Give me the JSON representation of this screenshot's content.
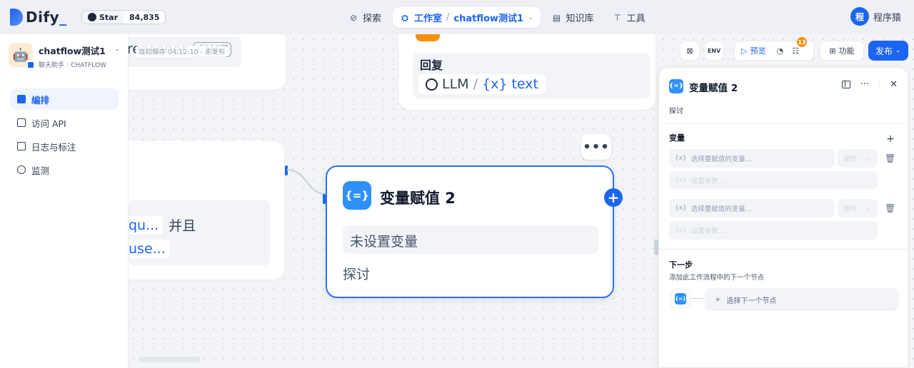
{
  "brand": {
    "name": "Dify",
    "underscore": "_"
  },
  "github": {
    "star_label": "Star",
    "star_count": "84,835"
  },
  "nav": {
    "explore": "探索",
    "studio": "工作室",
    "app_switch": "chatflow测试1",
    "knowledge": "知识库",
    "tools": "工具"
  },
  "user": {
    "initial": "程",
    "name": "程序猿"
  },
  "sidebar": {
    "app_name": "chatflow测试1",
    "app_type": "聊天助手",
    "app_mode": "CHATFLOW",
    "items": [
      {
        "label": "编排",
        "active": true
      },
      {
        "label": "访问 API",
        "active": false
      },
      {
        "label": "日志与标注",
        "active": false
      },
      {
        "label": "监测",
        "active": false
      }
    ]
  },
  "canvas": {
    "autosave": "自动保存 04:12:10 · 未发布",
    "node_reasoner": {
      "text": "reasoner",
      "tag": "CHAT"
    },
    "node_reply": {
      "title": "回复",
      "llm": "LLM",
      "slash": "/",
      "var": "{x} text"
    },
    "node_condition": {
      "chip1": "qu...",
      "and": "并且",
      "chip2": "use..."
    },
    "assign_node": {
      "icon": "{=}",
      "title": "变量赋值 2",
      "placeholder": "未设置变量",
      "desc": "探讨"
    },
    "more_dots": "•••"
  },
  "toolbar": {
    "preview": "预览",
    "badge_count": "13",
    "features": "功能",
    "publish": "发布"
  },
  "panel": {
    "icon": "{=}",
    "title": "变量赋值 2",
    "desc": "探讨",
    "variables_label": "变量",
    "rows": [
      {
        "select_placeholder": "选择要赋值的变量...",
        "op": "操作",
        "param_placeholder": "设置参数..."
      },
      {
        "select_placeholder": "选择要赋值的变量...",
        "op": "操作",
        "param_placeholder": "设置参数..."
      }
    ],
    "next_step": "下一步",
    "next_step_sub": "添加此工作流程中的下一个节点",
    "select_next": "选择下一个节点"
  },
  "colors": {
    "accent": "#1c64f2",
    "node_icon": "#2e90fa",
    "warning": "#f79009"
  }
}
